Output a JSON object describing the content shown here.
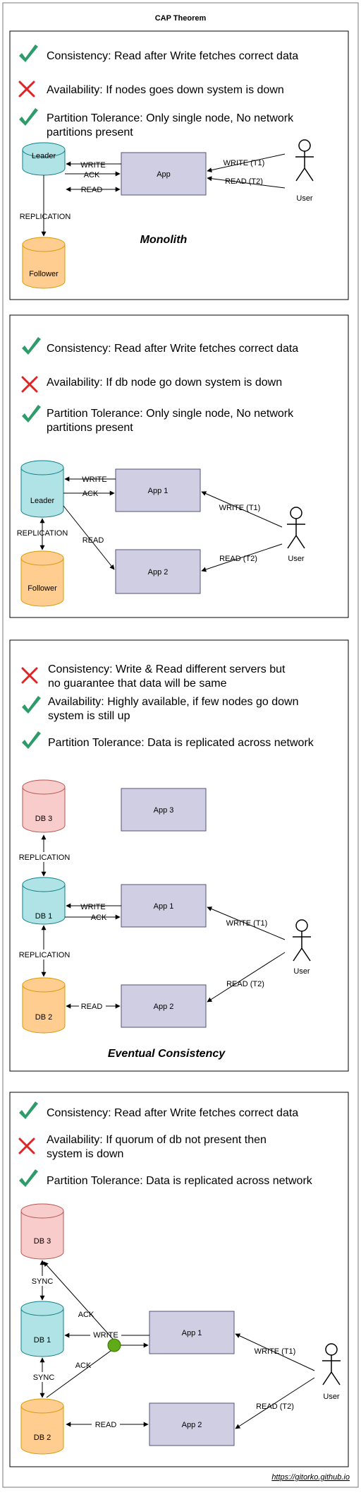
{
  "title": "CAP Theorem",
  "footer": "https://gitorko.github.io",
  "colors": {
    "check": "#2e9c6a",
    "cross": "#e02424",
    "leader": "#b0e3e6",
    "leader_stroke": "#0e8088",
    "follower": "#ffcd8f",
    "follower_stroke": "#d79b00",
    "db3": "#f9cccc",
    "db3_stroke": "#b85450",
    "app": "#d0cee2",
    "app_stroke": "#56517e",
    "node_green": "#60a917"
  },
  "sec1": {
    "c_text": "Consistency:  Read after Write fetches correct data",
    "a_text": "Availability: If nodes goes down system is down",
    "p_line1": "Partition Tolerance: Only single node, No network",
    "p_line2": "partitions present",
    "leader": "Leader",
    "follower": "Follower",
    "app": "App",
    "write": "WRITE",
    "ack": "ACK",
    "read": "READ",
    "replication": "REPLICATION",
    "write_t1": "WRITE (T1)",
    "read_t2": "READ (T2)",
    "user": "User",
    "caption": "Monolith"
  },
  "sec2": {
    "c_text": "Consistency: Read after Write fetches correct data",
    "a_text": "Availability: If db node go down system is down",
    "p_line1": "Partition Tolerance: Only single node, No network",
    "p_line2": "partitions present",
    "leader": "Leader",
    "follower": "Follower",
    "app1": "App 1",
    "app2": "App 2",
    "write": "WRITE",
    "ack": "ACK",
    "read": "READ",
    "replication": "REPLICATION",
    "write_t1": "WRITE (T1)",
    "read_t2": "READ (T2)",
    "user": "User"
  },
  "sec3": {
    "c_line1": "Consistency:  Write & Read different servers but",
    "c_line2": "no guarantee that data will be same",
    "a_line1": "Availability: Highly available, if few nodes go down",
    "a_line2": "system is still up",
    "p_text": "Partition Tolerance: Data is replicated across network",
    "db3": "DB 3",
    "db1": "DB 1",
    "db2": "DB 2",
    "app3": "App 3",
    "app1": "App 1",
    "app2": "App 2",
    "replication_top": "REPLICATION",
    "replication_bottom": "REPLICATION",
    "write": "WRITE",
    "ack": "ACK",
    "read": "READ",
    "write_t1": "WRITE (T1)",
    "read_t2": "READ (T2)",
    "user": "User",
    "caption": "Eventual Consistency"
  },
  "sec4": {
    "c_text": "Consistency:  Read after Write fetches correct data",
    "a_line1": "Availability: If quorum of db not present then",
    "a_line2": "system is down",
    "p_text": "Partition Tolerance: Data is replicated across network",
    "db3": "DB 3",
    "db1": "DB 1",
    "db2": "DB 2",
    "app1": "App 1",
    "app2": "App 2",
    "sync_top": "SYNC",
    "sync_bottom": "SYNC",
    "ack_top": "ACK",
    "ack_bottom": "ACK",
    "write": "WRITE",
    "read": "READ",
    "write_t1": "WRITE (T1)",
    "read_t2": "READ (T2)",
    "user": "User"
  }
}
